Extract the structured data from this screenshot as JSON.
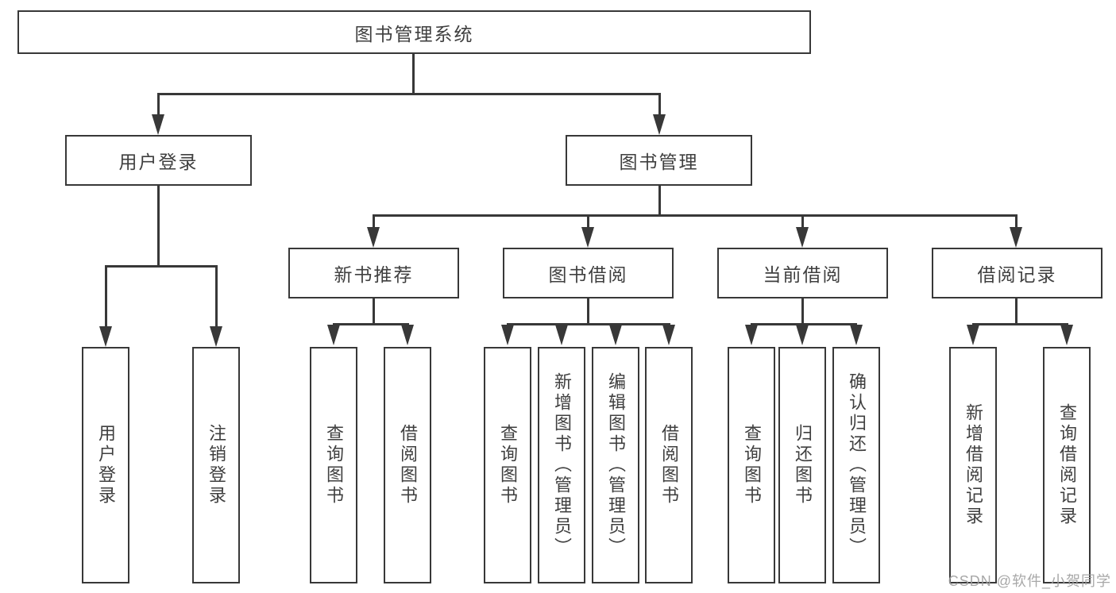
{
  "diagram": {
    "title": "图书管理系统",
    "branches": [
      {
        "label": "用户登录",
        "children": [
          "用户登录",
          "注销登录"
        ]
      },
      {
        "label": "图书管理",
        "groups": [
          {
            "label": "新书推荐",
            "children": [
              "查询图书",
              "借阅图书"
            ]
          },
          {
            "label": "图书借阅",
            "children": [
              "查询图书",
              "新增图书（管理员）",
              "编辑图书（管理员）",
              "借阅图书"
            ]
          },
          {
            "label": "当前借阅",
            "children": [
              "查询图书",
              "归还图书",
              "确认归还（管理员）"
            ]
          },
          {
            "label": "借阅记录",
            "children": [
              "新增借阅记录",
              "查询借阅记录"
            ]
          }
        ]
      }
    ]
  },
  "colors": {
    "line": "#383838",
    "text": "#3f3f3f",
    "box_background": "#ffffff",
    "watermark": "#9e9e9e"
  },
  "watermark": {
    "text": "CSDN @软件_小贺同学"
  }
}
